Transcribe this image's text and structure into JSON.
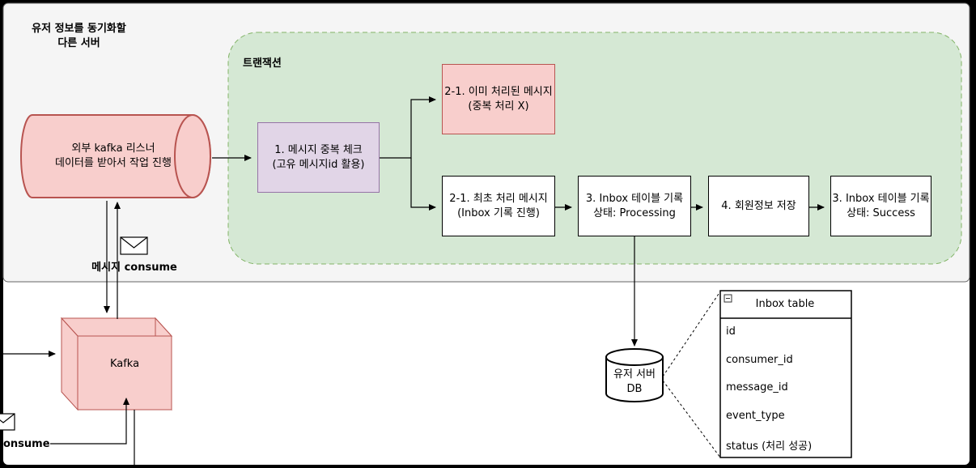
{
  "colors": {
    "background": "#000000",
    "panel": "#f5f5f5",
    "transaction_fill": "#d5e8d4",
    "transaction_stroke": "#82b366",
    "red_fill": "#f8cecc",
    "red_stroke": "#b85450",
    "purple_fill": "#e1d5e7",
    "purple_stroke": "#9673a6"
  },
  "panel": {
    "title": "유저 정보를 동기화할\n다른 서버"
  },
  "transaction": {
    "title": "트랜잭션"
  },
  "listener": {
    "label": "외부 kafka 리스너\n데이터를 받아서 작업 진행"
  },
  "dup_check": {
    "label": "1. 메시지 중복 체크\n(고유 메시지id 활용)"
  },
  "already_processed": {
    "label": "2-1. 이미 처리된 메시지\n(중복 처리 X)"
  },
  "first_processed": {
    "label": "2-1. 최초 처리 메시지\n(Inbox 기록 진행)"
  },
  "inbox_processing": {
    "label": "3. Inbox 테이블 기록\n상태: Processing"
  },
  "save_member": {
    "label": "4. 회원정보 저장"
  },
  "inbox_success": {
    "label": "3. Inbox 테이블 기록\n상태: Success"
  },
  "consume_label": "메시지 consume",
  "kafka": {
    "label": "Kafka"
  },
  "consume_label_2": "onsume",
  "db": {
    "label": "유저 서버\nDB"
  },
  "inbox_table": {
    "title": "Inbox table",
    "rows": [
      "id",
      "consumer_id",
      "message_id",
      "event_type",
      "status (처리 성공)"
    ]
  },
  "icons": [
    "envelope-icon",
    "minus-square-icon"
  ]
}
